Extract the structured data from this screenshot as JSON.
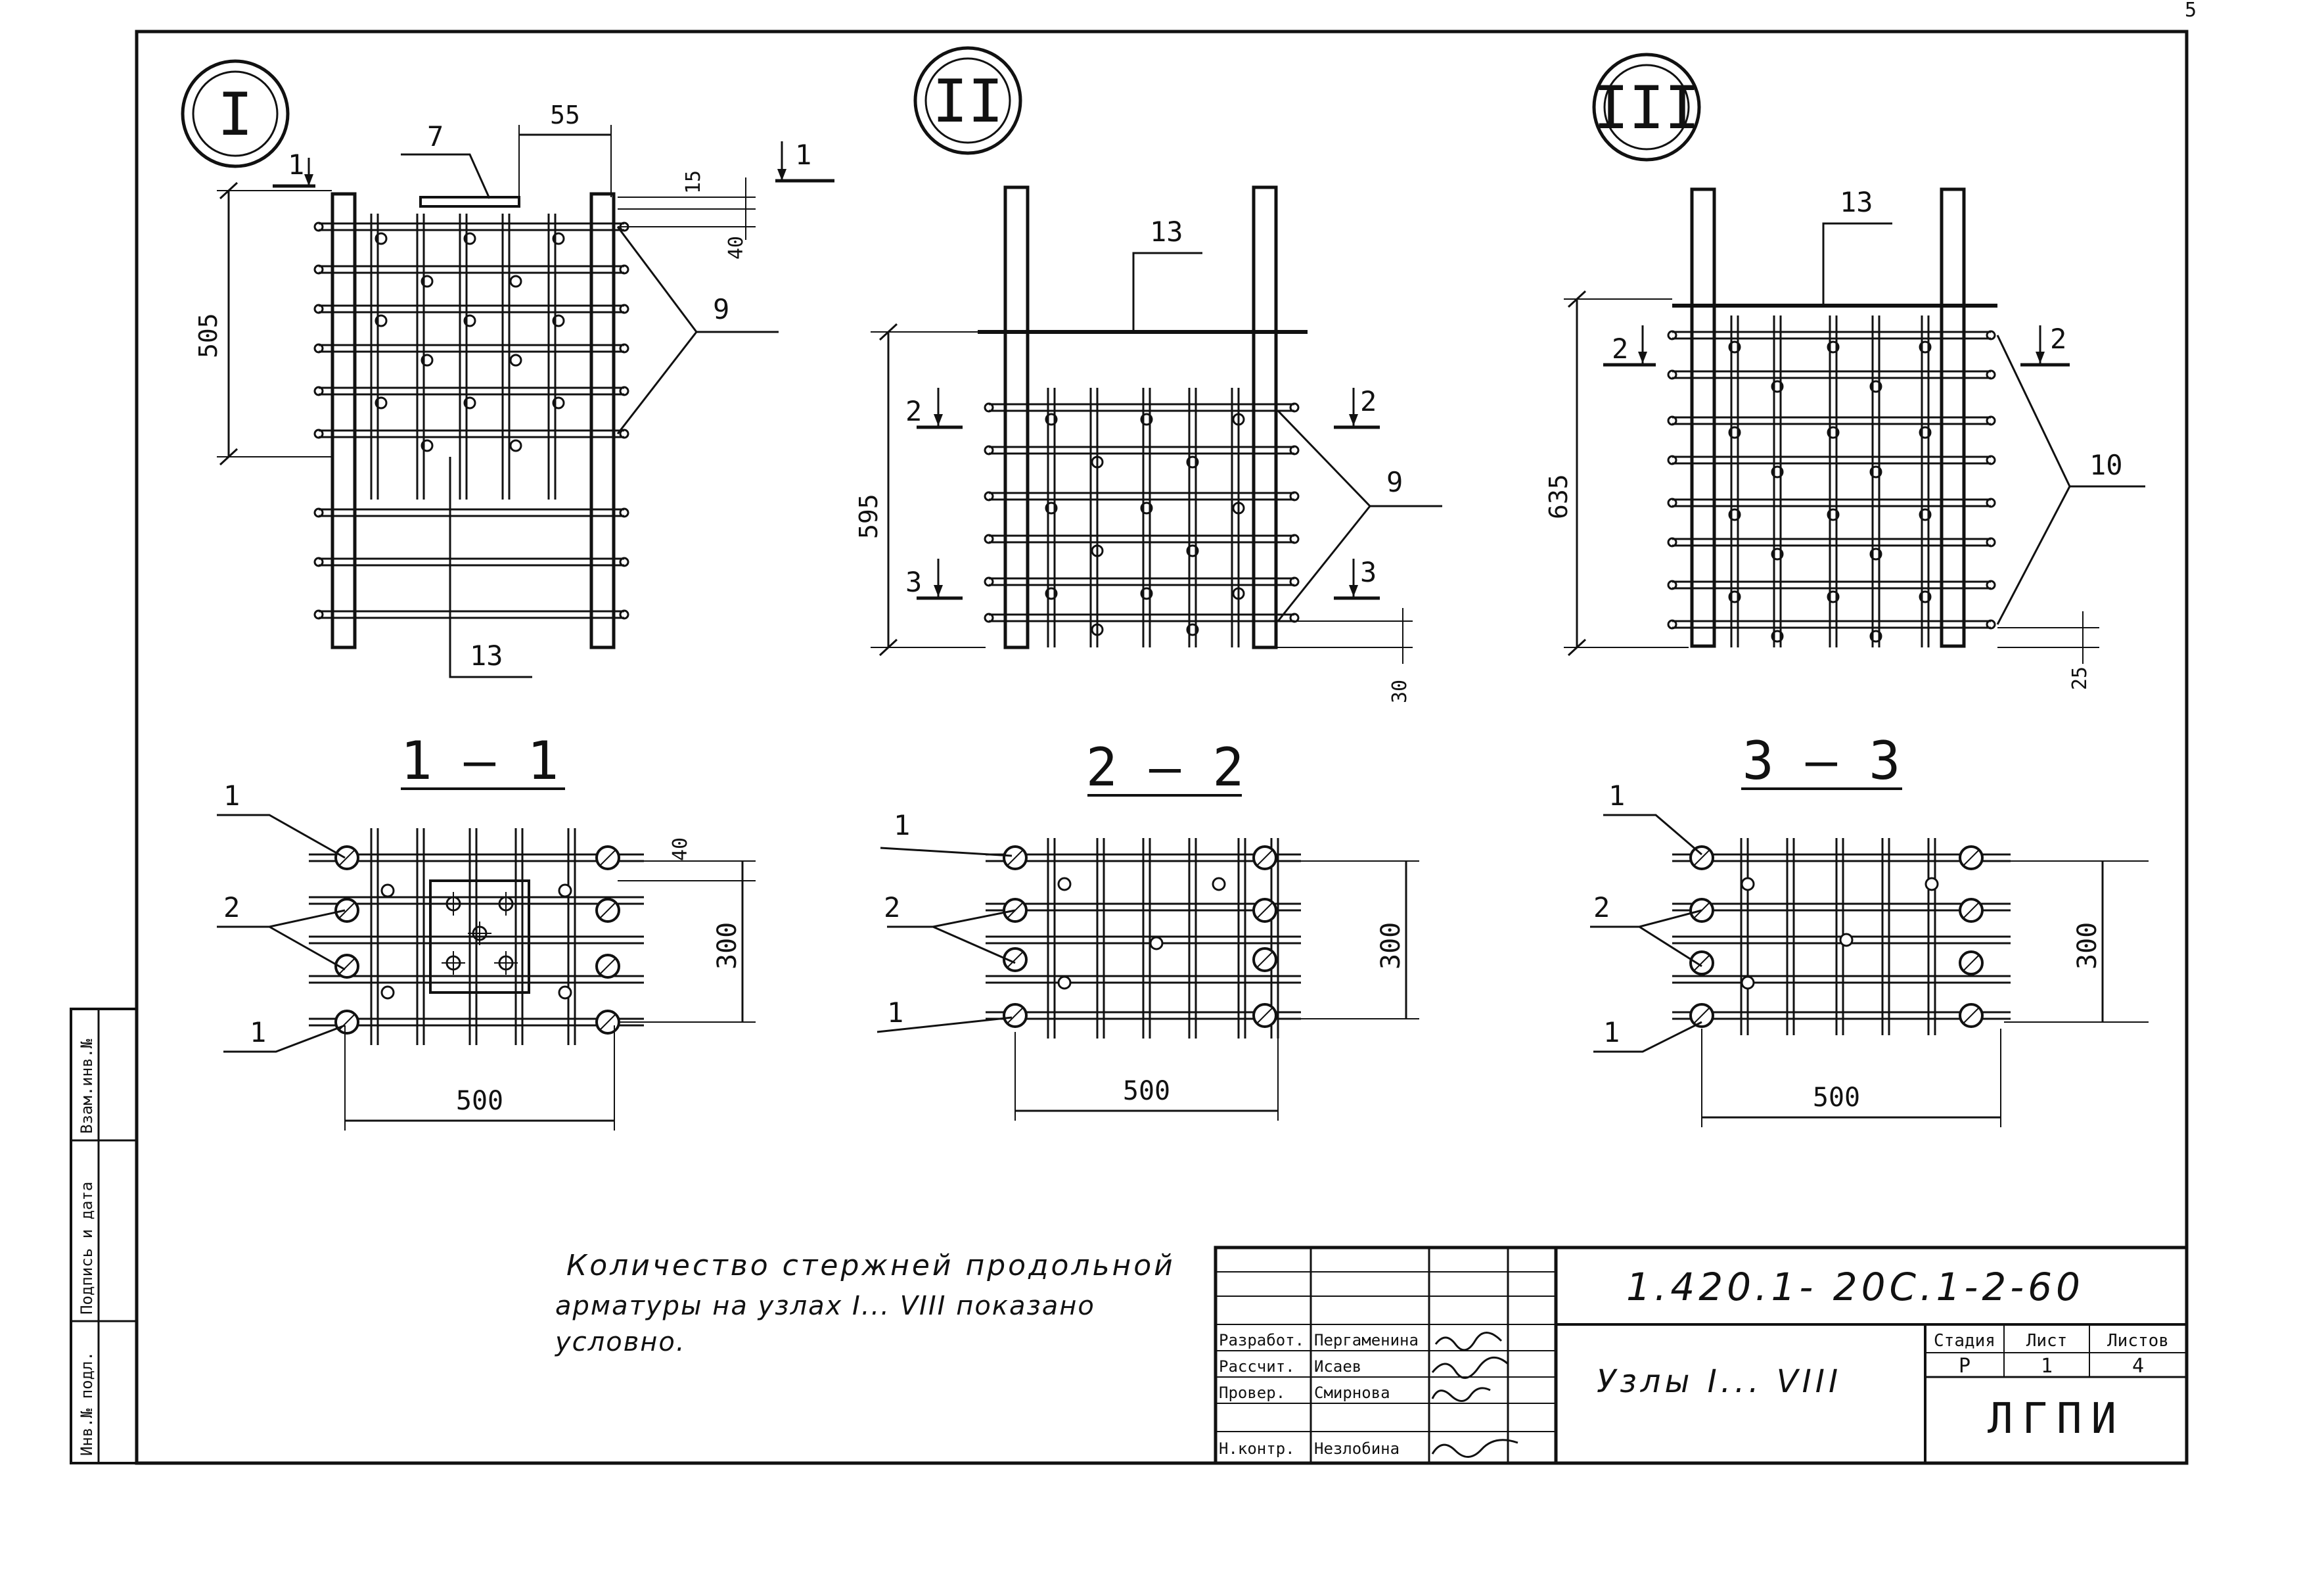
{
  "page_number": "5",
  "nodes": [
    {
      "roman": "I"
    },
    {
      "roman": "II"
    },
    {
      "roman": "III"
    }
  ],
  "node1": {
    "dim_55": "55",
    "dim_15": "15",
    "dim_40": "40",
    "dim_505": "505",
    "pos_7": "7",
    "pos_9": "9",
    "pos_13": "13",
    "cut_left": "1",
    "cut_right": "1"
  },
  "node2": {
    "pos_13": "13",
    "pos_9": "9",
    "dim_595": "595",
    "dim_30": "30",
    "cut2_left": "2",
    "cut2_right": "2",
    "cut3_left": "3",
    "cut3_right": "3"
  },
  "node3": {
    "pos_13": "13",
    "pos_10": "10",
    "dim_635": "635",
    "dim_25": "25",
    "cut_left": "2",
    "cut_right": "2"
  },
  "sections": [
    {
      "title": "1 — 1",
      "dim_w": "500",
      "dim_h": "300",
      "dim_40": "40",
      "pos_a": "1",
      "pos_b": "2",
      "pos_c": "1"
    },
    {
      "title": "2 — 2",
      "dim_w": "500",
      "dim_h": "300",
      "pos_a": "1",
      "pos_b": "2",
      "pos_c": "1"
    },
    {
      "title": "3 — 3",
      "dim_w": "500",
      "dim_h": "300",
      "pos_a": "1",
      "pos_b": "2",
      "pos_c": "1"
    }
  ],
  "note": {
    "line1": "Количество стержней продольной",
    "line2": "арматуры на узлах I... VIII показано",
    "line3": "условно."
  },
  "side_stamp": {
    "inv_podl": "Инв.№ подл.",
    "podpis_data": "Подпись и дата",
    "vzam_inv": "Взам.инв.№"
  },
  "title_block": {
    "code": "1.420.1- 20С.1-2-60",
    "sheet_title": "Узлы I... VIII",
    "roles": [
      "Разработ.",
      "Рассчит.",
      "Провер.",
      "Н.контр."
    ],
    "names": [
      "Пергаменина",
      "Исаев",
      "Смирнова",
      "Незлобина"
    ],
    "col_stage": "Стадия",
    "col_sheet": "Лист",
    "col_sheets": "Листов",
    "stage": "Р",
    "sheet": "1",
    "sheets": "4",
    "org": "ЛГПИ"
  }
}
